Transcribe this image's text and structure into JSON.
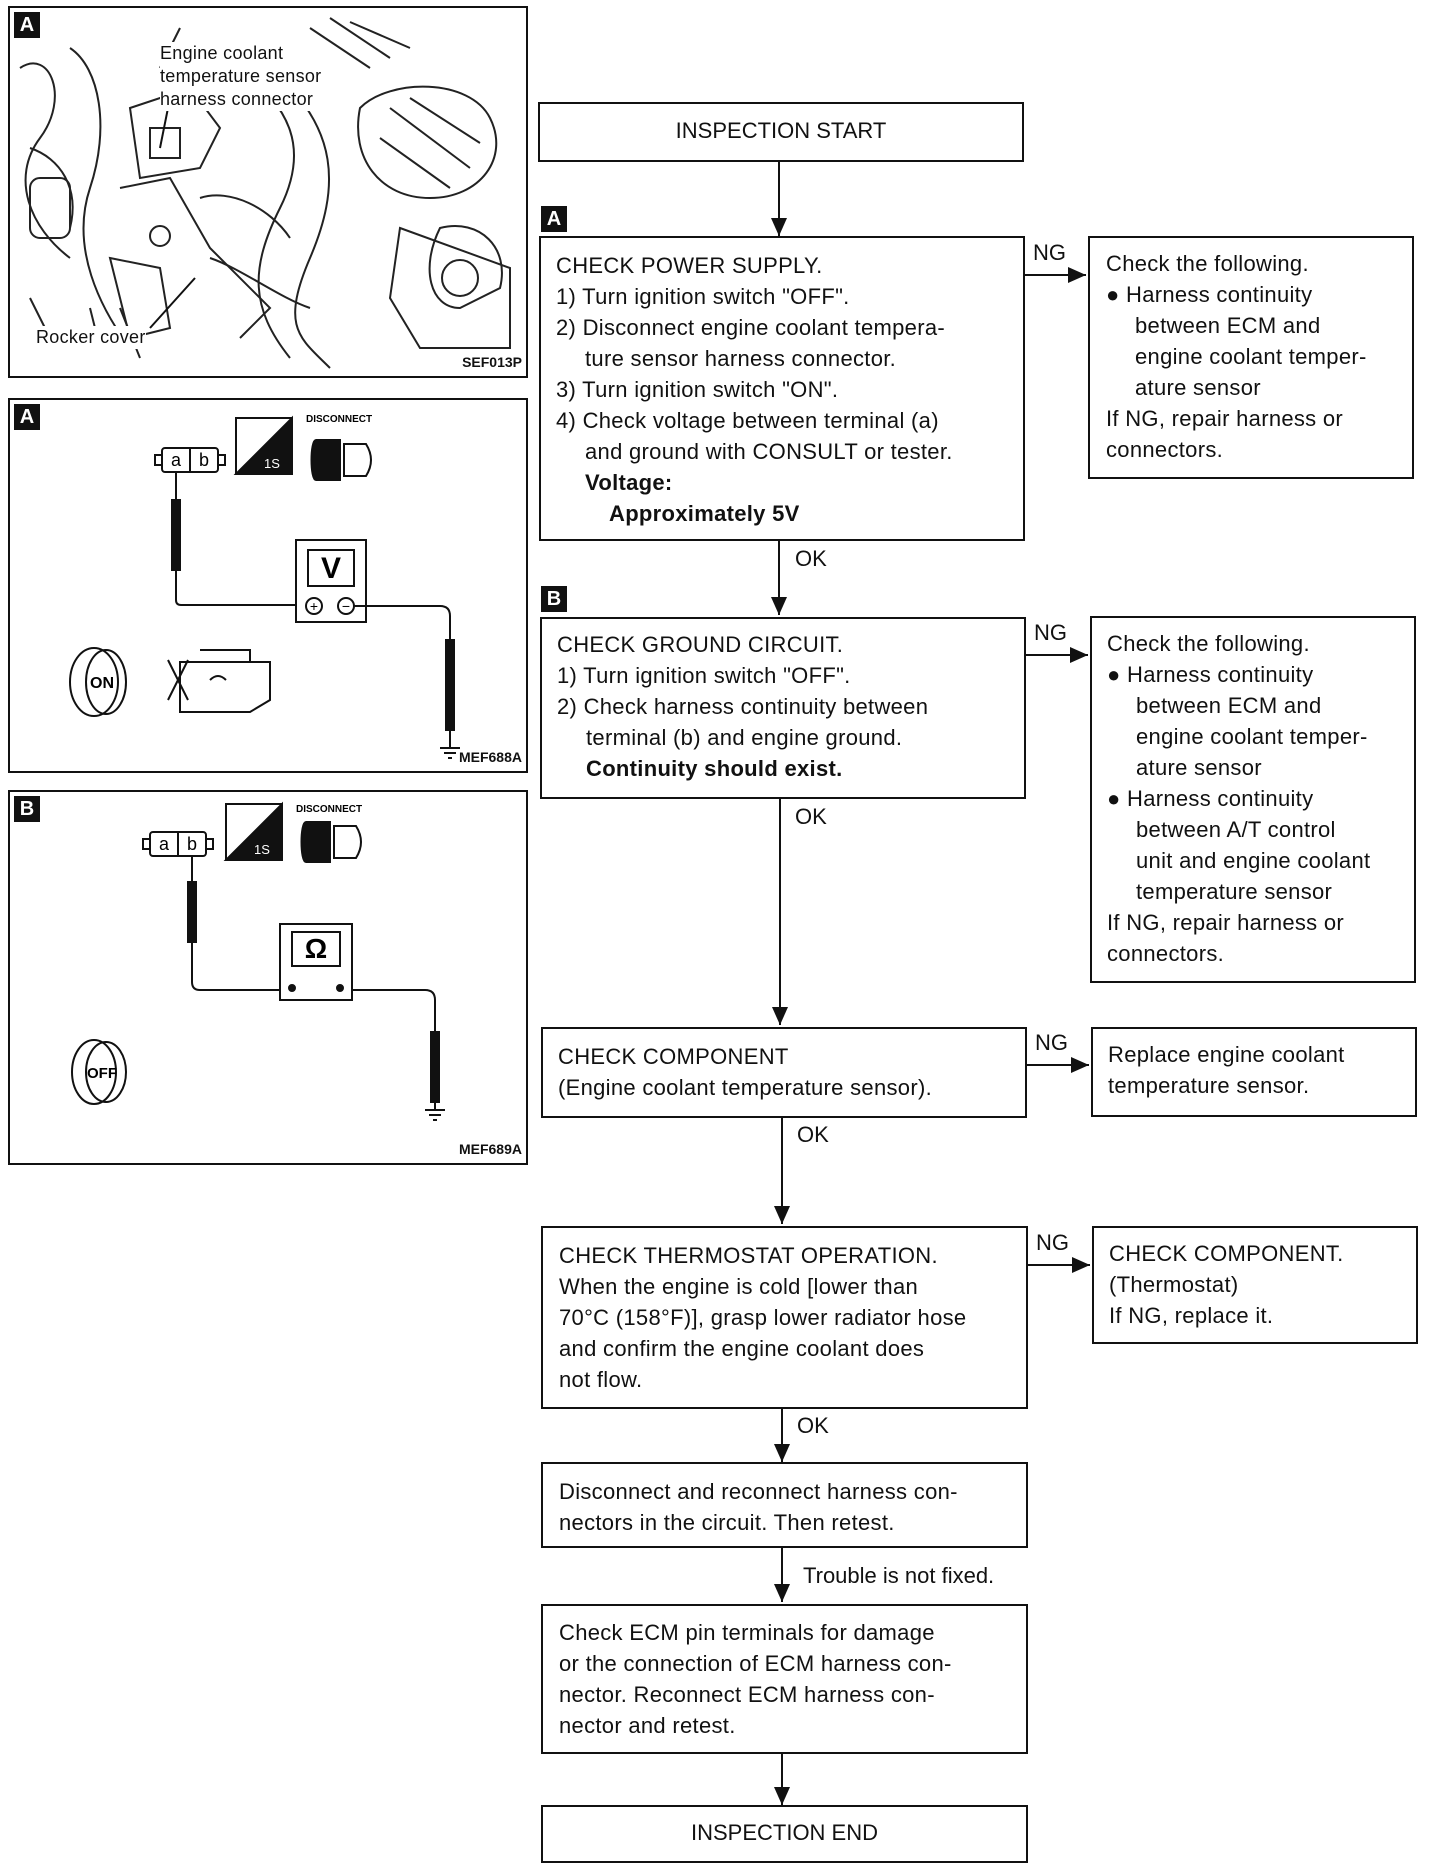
{
  "panels": {
    "photo": {
      "label": "A",
      "callout": [
        "Engine coolant",
        "temperature sensor",
        "harness connector"
      ],
      "rocker": "Rocker cover",
      "code": "SEF013P"
    },
    "voltage": {
      "label": "A",
      "connector": "a b",
      "meter": "V",
      "plus_minus": "⊕ ⊖",
      "disconnect": "DISCONNECT",
      "ignition": "ON",
      "code": "MEF688A"
    },
    "ohm": {
      "label": "B",
      "connector": "a b",
      "meter": "Ω",
      "disconnect": "DISCONNECT",
      "ignition": "OFF",
      "code": "MEF689A"
    }
  },
  "flow": {
    "start": "INSPECTION START",
    "step_a_label": "A",
    "step_b_label": "B",
    "power": {
      "title": "CHECK POWER SUPPLY.",
      "l1": "1) Turn ignition switch \"OFF\".",
      "l2": "2) Disconnect engine coolant tempera-",
      "l2b": "ture sensor harness connector.",
      "l3": "3) Turn ignition switch \"ON\".",
      "l4": "4) Check voltage between terminal (a)",
      "l4b": "and ground with CONSULT or tester.",
      "l5": "Voltage:",
      "l6": "Approximately 5V"
    },
    "power_ng": {
      "l1": "Check the following.",
      "l2": "● Harness continuity",
      "l3": "between ECM and",
      "l4": "engine coolant temper-",
      "l5": "ature sensor",
      "l6": "If NG, repair harness or",
      "l7": "connectors."
    },
    "ground": {
      "title": "CHECK GROUND CIRCUIT.",
      "l1": "1) Turn ignition switch \"OFF\".",
      "l2": "2) Check harness continuity between",
      "l2b": "terminal (b) and engine ground.",
      "l3": "Continuity should exist."
    },
    "ground_ng": {
      "l1": "Check the following.",
      "l2": "● Harness continuity",
      "l3": "between ECM and",
      "l4": "engine coolant temper-",
      "l5": "ature sensor",
      "l6": "● Harness continuity",
      "l7": "between A/T control",
      "l8": "unit and engine coolant",
      "l9": "temperature sensor",
      "l10": "If NG, repair harness or",
      "l11": "connectors."
    },
    "component": {
      "l1": "CHECK COMPONENT",
      "l2": "(Engine coolant temperature sensor)."
    },
    "component_ng": {
      "l1": "Replace engine coolant",
      "l2": "temperature sensor."
    },
    "thermo": {
      "l1": "CHECK THERMOSTAT OPERATION.",
      "l2": "When the engine is cold [lower than",
      "l3": "70°C (158°F)], grasp lower radiator hose",
      "l4": "and confirm the engine coolant does",
      "l5": "not flow."
    },
    "thermo_ng": {
      "l1": "CHECK COMPONENT.",
      "l2": "(Thermostat)",
      "l3": "If NG, replace it."
    },
    "reconnect": {
      "l1": "Disconnect and reconnect harness con-",
      "l2": "nectors in the circuit. Then retest."
    },
    "trouble": "Trouble is not fixed.",
    "ecm": {
      "l1": "Check ECM pin terminals for damage",
      "l2": "or the connection of ECM harness con-",
      "l3": "nector. Reconnect ECM harness con-",
      "l4": "nector and retest."
    },
    "end": "INSPECTION END",
    "ng": "NG",
    "ok": "OK"
  }
}
